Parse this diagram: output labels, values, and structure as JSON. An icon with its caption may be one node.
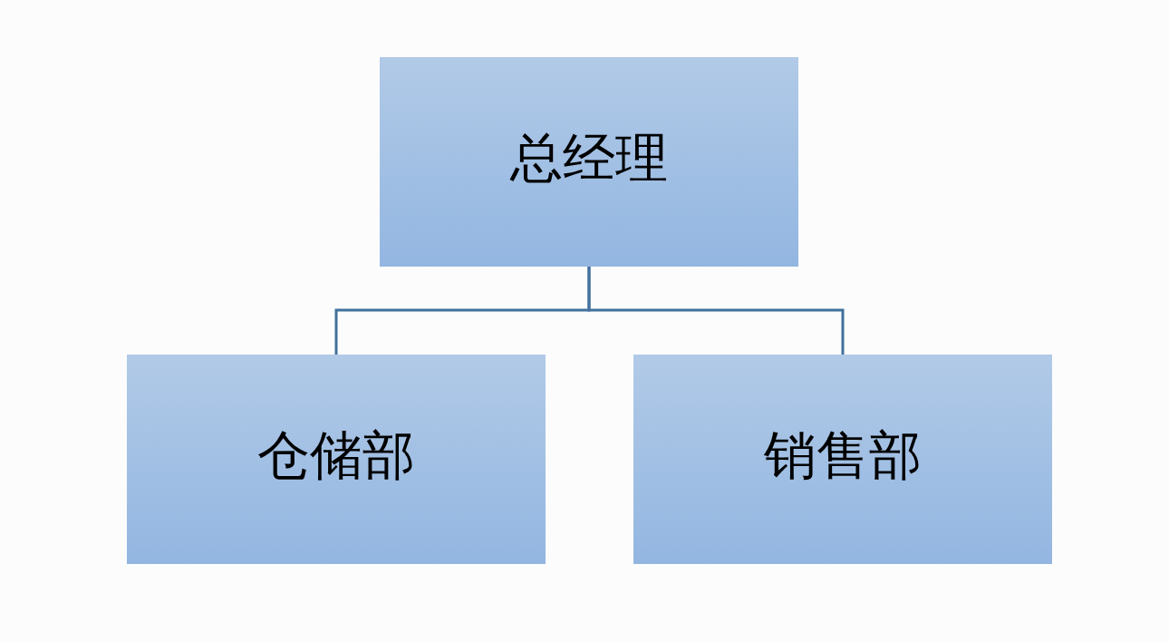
{
  "diagram": {
    "nodes": [
      {
        "text": [
          "总经理"
        ]
      },
      {
        "text": [
          "仓储部"
        ]
      },
      {
        "text": [
          "销售部"
        ]
      }
    ],
    "edges": [
      {
        "from": 0,
        "to": 1,
        "arrow": "none"
      },
      {
        "from": 0,
        "to": 2,
        "arrow": "none"
      }
    ]
  }
}
